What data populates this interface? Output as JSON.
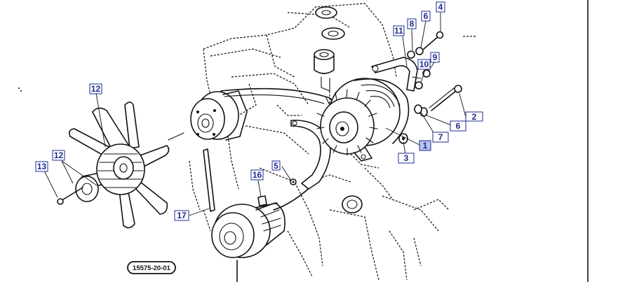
{
  "diagram": {
    "reference_code": "15575-20-01",
    "callouts": [
      {
        "id": "c1",
        "label": "1",
        "highlight": true
      },
      {
        "id": "c2",
        "label": "2"
      },
      {
        "id": "c3",
        "label": "3"
      },
      {
        "id": "c4",
        "label": "4"
      },
      {
        "id": "c5",
        "label": "5"
      },
      {
        "id": "c6a",
        "label": "6"
      },
      {
        "id": "c6b",
        "label": "6"
      },
      {
        "id": "c7",
        "label": "7"
      },
      {
        "id": "c8",
        "label": "8"
      },
      {
        "id": "c9",
        "label": "9"
      },
      {
        "id": "c10",
        "label": "10"
      },
      {
        "id": "c11",
        "label": "11"
      },
      {
        "id": "c12a",
        "label": "12"
      },
      {
        "id": "c12b",
        "label": "12"
      },
      {
        "id": "c13",
        "label": "13"
      },
      {
        "id": "c16",
        "label": "16"
      },
      {
        "id": "c17",
        "label": "17"
      }
    ],
    "colors": {
      "line": "#111111",
      "callout_text": "#1c2b8f",
      "highlight_fill": "#b8c4f0"
    }
  }
}
